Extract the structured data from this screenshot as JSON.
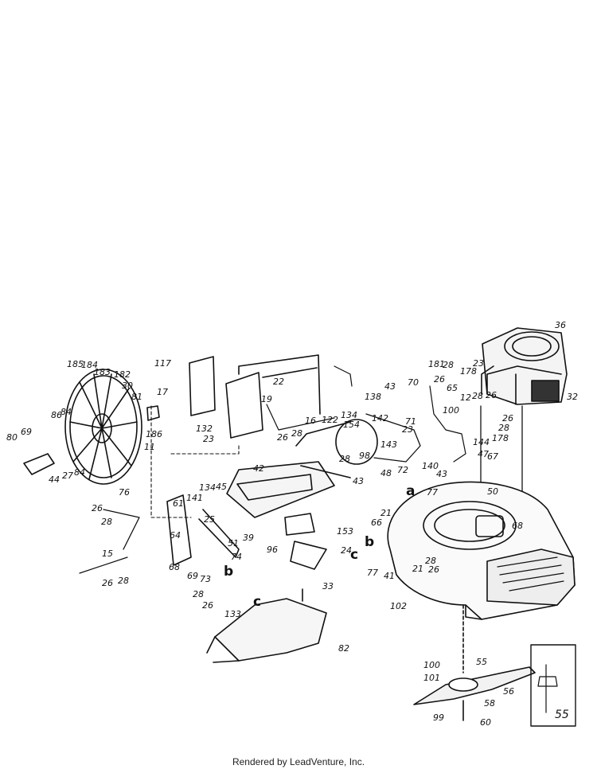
{
  "diagram": {
    "part_numbers": [
      "36",
      "32",
      "23",
      "178",
      "26",
      "28",
      "12",
      "100",
      "26",
      "178",
      "144",
      "47",
      "28",
      "181",
      "28",
      "26",
      "65",
      "70",
      "71",
      "140",
      "43",
      "67",
      "50",
      "77",
      "21",
      "68",
      "66",
      "21",
      "28",
      "26",
      "41",
      "77",
      "102",
      "55",
      "56",
      "58",
      "60",
      "99",
      "101",
      "100",
      "55",
      "138",
      "43",
      "142",
      "134",
      "122",
      "143",
      "23",
      "72",
      "48",
      "43",
      "98",
      "28",
      "117",
      "17",
      "22",
      "19",
      "132",
      "23",
      "16",
      "26",
      "28",
      "42",
      "45",
      "134",
      "141",
      "61",
      "64",
      "25",
      "51",
      "39",
      "74",
      "68",
      "69",
      "73",
      "28",
      "26",
      "76",
      "26",
      "28",
      "15",
      "26",
      "28",
      "154",
      "153",
      "96",
      "24",
      "33",
      "133",
      "82",
      "185",
      "184",
      "183",
      "182",
      "30",
      "81",
      "86",
      "84",
      "186",
      "11",
      "69",
      "80",
      "44",
      "27",
      "84"
    ],
    "callout_letters": [
      "a",
      "b",
      "c",
      "b",
      "c"
    ]
  },
  "footer": {
    "text": "Rendered by LeadVenture, Inc."
  }
}
